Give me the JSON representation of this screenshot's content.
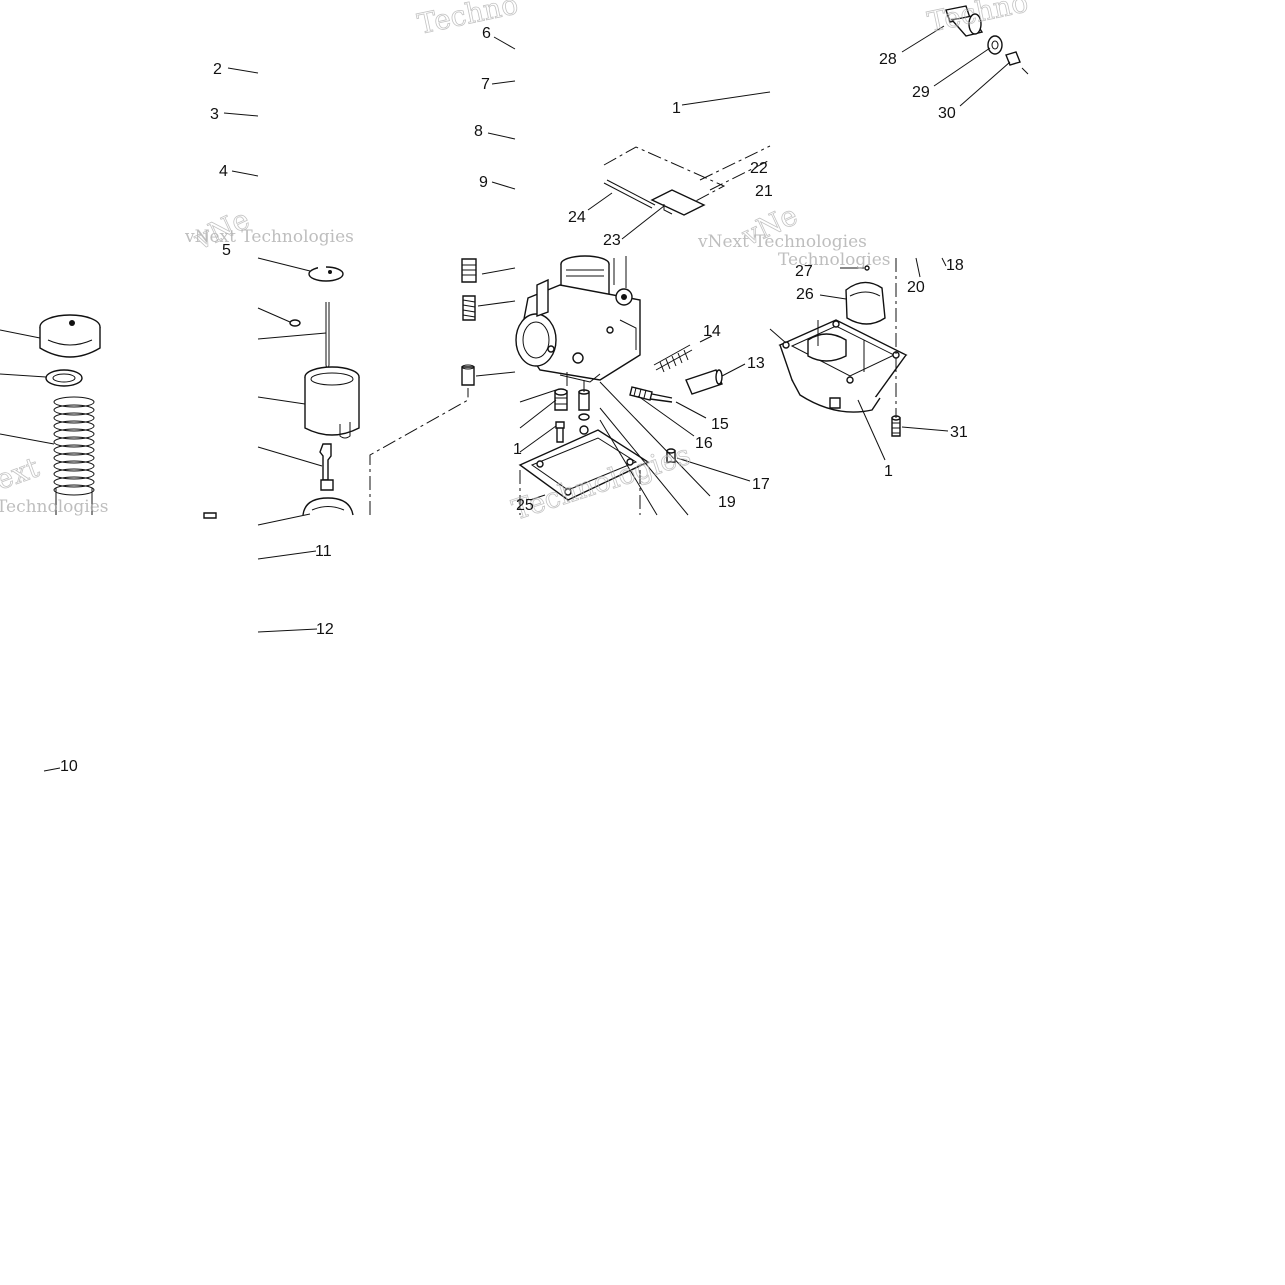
{
  "diagram": {
    "part_labels": [
      "1",
      "2",
      "3",
      "4",
      "5",
      "6",
      "7",
      "8",
      "9",
      "10",
      "11",
      "12",
      "13",
      "14",
      "15",
      "16",
      "17",
      "18",
      "19",
      "20",
      "21",
      "22",
      "23",
      "24",
      "25",
      "26",
      "27",
      "28",
      "29",
      "30",
      "31"
    ],
    "watermark": {
      "line_a": "vNext Technologies",
      "line_b": "Technologies",
      "fragment_ne": "Techno",
      "fragment_ext": "ext",
      "fragment_vne": "vNe"
    }
  }
}
